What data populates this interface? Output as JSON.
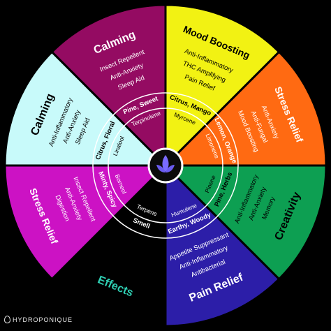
{
  "segments": [
    {
      "key": "mood",
      "color": "#f2f213",
      "text_color": "#000000",
      "title": "Mood Boosting",
      "effects": [
        "Anti-Inflammatory",
        "THC Amplifying",
        "Pain Relief"
      ],
      "smell": "Citrus, Mango",
      "terpene": "Myrcene"
    },
    {
      "key": "stress1",
      "color": "#ff6a12",
      "text_color": "#ffffff",
      "title": "Stress Relief",
      "effects": [
        "Anti-Anxiety",
        "Anti-Fungal",
        "Mood Boosting"
      ],
      "smell": "Lemon, Orange",
      "terpene": "Limonene"
    },
    {
      "key": "creativity",
      "color": "#0d9f52",
      "text_color": "#000000",
      "title": "Creativity",
      "effects": [
        "Anti-Inflammatory",
        "Anti-Anxiety",
        "Memory"
      ],
      "smell": "Pine, Herbs",
      "terpene": "Pinene"
    },
    {
      "key": "pain",
      "color": "#2c1ea8",
      "text_color": "#ffffff",
      "title": "Pain Relief",
      "effects": [
        "Appetite Suppressant",
        "Anti-Inflammatory",
        "Antibacterial"
      ],
      "smell": "Earthy, Woody",
      "terpene": "Humulene"
    },
    {
      "key": "effects",
      "color": "#000000",
      "text_color": "#2fd0b4",
      "title": "Effects",
      "effects": [],
      "smell": "Smell",
      "terpene": "Terpene",
      "smell_color": "#ffffff"
    },
    {
      "key": "stress2",
      "color": "#cc12c4",
      "text_color": "#ffffff",
      "title": "Stress Relief",
      "effects": [
        "Insect Repellent",
        "Anti-Anxiety",
        "Digestion"
      ],
      "smell": "Minty, Spicy",
      "terpene": "Borneol"
    },
    {
      "key": "calming1",
      "color": "#c8fafa",
      "text_color": "#000000",
      "title": "Calming",
      "effects": [
        "Anti-Inflammatory",
        "Anti-Anxiety",
        "Sleep Aid"
      ],
      "smell": "Citrus, Floral",
      "terpene": "Linalool"
    },
    {
      "key": "calming2",
      "color": "#940b62",
      "text_color": "#ffffff",
      "title": "Calming",
      "effects": [
        "Insect Repellent",
        "Anti-Anxiety",
        "Sleep Aid"
      ],
      "smell": "Pine, Sweet",
      "terpene": "Terpinolene"
    }
  ],
  "center_icon": "lotus-icon",
  "brand": {
    "name": "HYDROPONIQUE",
    "icon": "drop-icon"
  }
}
